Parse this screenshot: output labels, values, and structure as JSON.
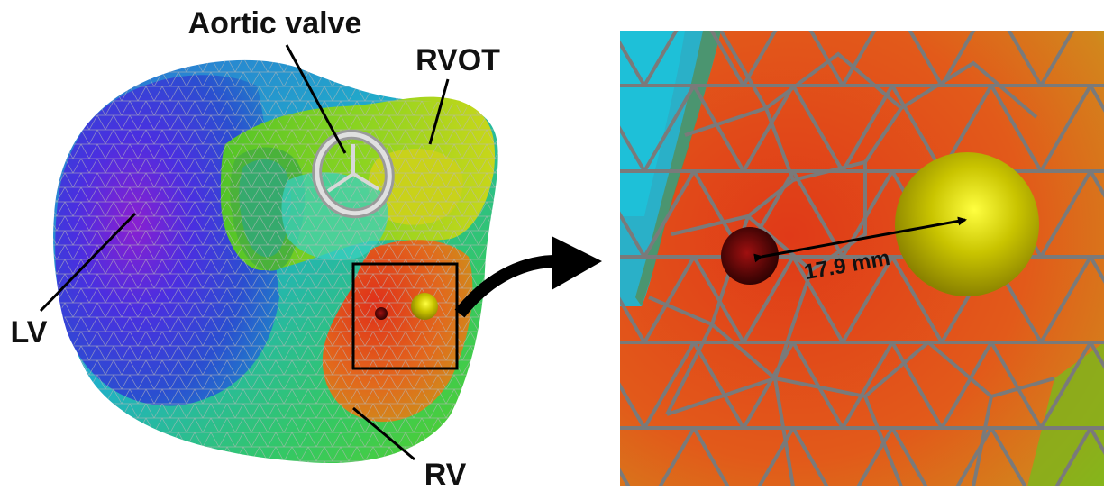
{
  "labels": {
    "aortic_valve": "Aortic valve",
    "rvot": "RVOT",
    "lv": "LV",
    "rv": "RV"
  },
  "measurement": {
    "value": "17.9 mm"
  },
  "colors": {
    "lv_blue": "#3b2fd6",
    "lv_purple": "#7a1fd0",
    "outflow_green": "#6ad41e",
    "rv_orange": "#e2551b",
    "mesh_gray": "#8a8a8a",
    "marker_dark_red": "#5a0a0a",
    "marker_yellow": "#e0e000"
  }
}
